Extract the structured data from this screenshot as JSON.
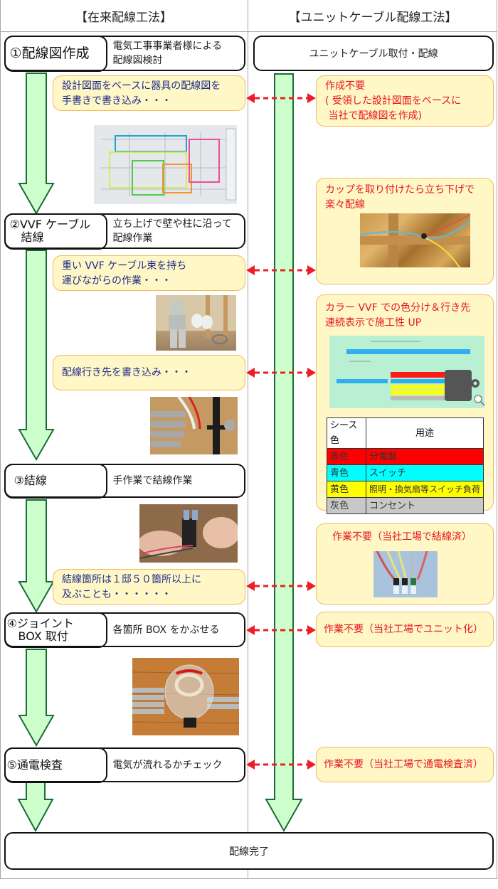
{
  "columns": {
    "left_title": "【在来配線工法】",
    "right_title": "【ユニットケーブル配線工法】"
  },
  "colors": {
    "arrow_fill": "#ccffcc",
    "arrow_stroke": "#1a6b35",
    "note_fill": "#fff8c6",
    "note_border": "#f5b75a",
    "note_text_blue": "#1d2a8a",
    "note_text_red": "#e8141c",
    "connector": "#ee1c25"
  },
  "left_steps": [
    {
      "label": "①配線図作成",
      "desc": "電気工事事業者様による\n配線図検討"
    },
    {
      "label": "②VVF ケーブル\n　結線",
      "desc": "立ち上げで壁や柱に沿って\n配線作業"
    },
    {
      "label": "③結線",
      "desc": "手作業で結線作業"
    },
    {
      "label": "④ジョイント\n　BOX 取付",
      "desc": "各箇所 BOX をかぶせる"
    },
    {
      "label": "⑤通電検査",
      "desc": "電気が流れるかチェック"
    }
  ],
  "right_step": {
    "label": "ユニットケーブル取付・配線"
  },
  "final_step": {
    "label": "配線完了"
  },
  "left_notes": [
    "設計図面をベースに器具の配線図を\n手書きで書き込み・・・",
    "重い VVF ケーブル束を持ち\n運びながらの作業・・・",
    "配線行き先を書き込み・・・",
    "結線箇所は１邸５０箇所以上に\n及ぶことも・・・・・・"
  ],
  "right_notes": [
    "作成不要\n( 受領した設計図面をベースに\n 当社で配線図を作成)",
    "カップを取り付けたら立ち下げで\n楽々配線",
    "カラー VVF での色分け＆行き先\n連続表示で施工性 UP",
    "作業不要（当社工場で結線済）",
    "作業不要（当社工場でユニット化）",
    "作業不要（当社工場で通電検査済）"
  ],
  "photos": {
    "wiring_diagram": "wiring-diagram-photo",
    "ceiling_wiring": "ceiling-wiring-photo",
    "worker_carrying": "worker-carrying-cable-photo",
    "cable_labels": "labeled-cables-photo",
    "manual_splicing": "manual-splicing-photo",
    "factory_connectors": "factory-connectors-photo",
    "joint_box": "joint-box-photo",
    "color_vvf_diagram": "color-vvf-diagram"
  },
  "sheath_table": {
    "headers": [
      "シース色",
      "用途"
    ],
    "rows": [
      {
        "color_name": "赤色",
        "use": "分電盤",
        "bg": "#ff0000"
      },
      {
        "color_name": "青色",
        "use": "スイッチ",
        "bg": "#00ffff"
      },
      {
        "color_name": "黄色",
        "use": "照明・換気扇等スイッチ負荷",
        "bg": "#ffff00"
      },
      {
        "color_name": "灰色",
        "use": "コンセント",
        "bg": "#c8c8c8"
      }
    ]
  },
  "magnifier_icon": "magnifier-icon"
}
